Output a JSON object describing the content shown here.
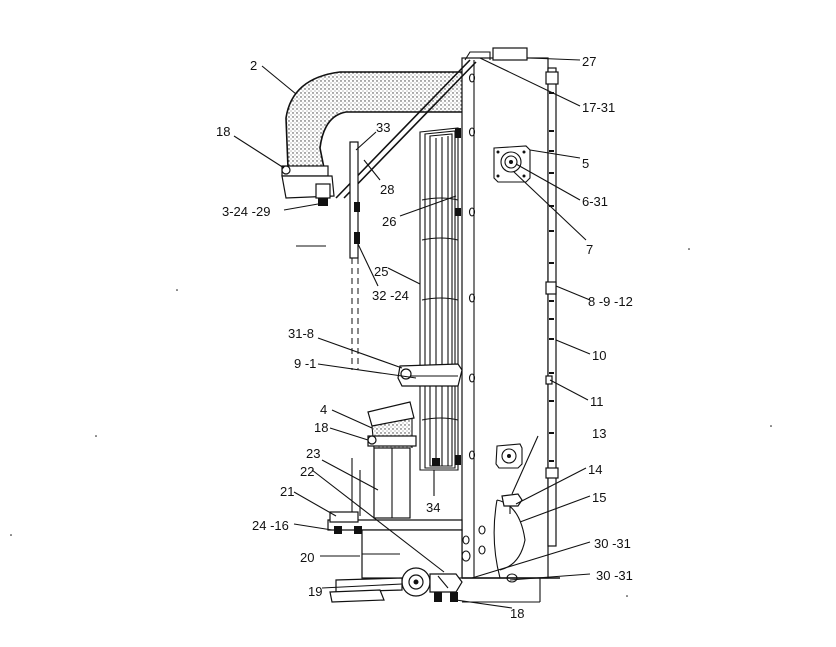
{
  "colors": {
    "ink": "#111111",
    "paper": "#ffffff"
  },
  "callouts": {
    "c2": "2",
    "c27": "27",
    "c18_top": "18",
    "c17_31": "17-31",
    "c33": "33",
    "c5": "5",
    "c28": "28",
    "c6_31": "6-31",
    "c3_24_29": "3-24 -29",
    "c26": "26",
    "c7": "7",
    "c25": "25",
    "c32_24": "32 -24",
    "c8_9_12": "8 -9 -12",
    "c31_8": "31-8",
    "c10": "10",
    "c9_1": "9 -1",
    "c11": "11",
    "c4": "4",
    "c13": "13",
    "c18_mid": "18",
    "c23": "23",
    "c14": "14",
    "c22": "22",
    "c15": "15",
    "c21": "21",
    "c34": "34",
    "c24_16": "24 -16",
    "c30_31_a": "30 -31",
    "c20": "20",
    "c30_31_b": "30 -31",
    "c19": "19",
    "c18_bot": "18"
  }
}
